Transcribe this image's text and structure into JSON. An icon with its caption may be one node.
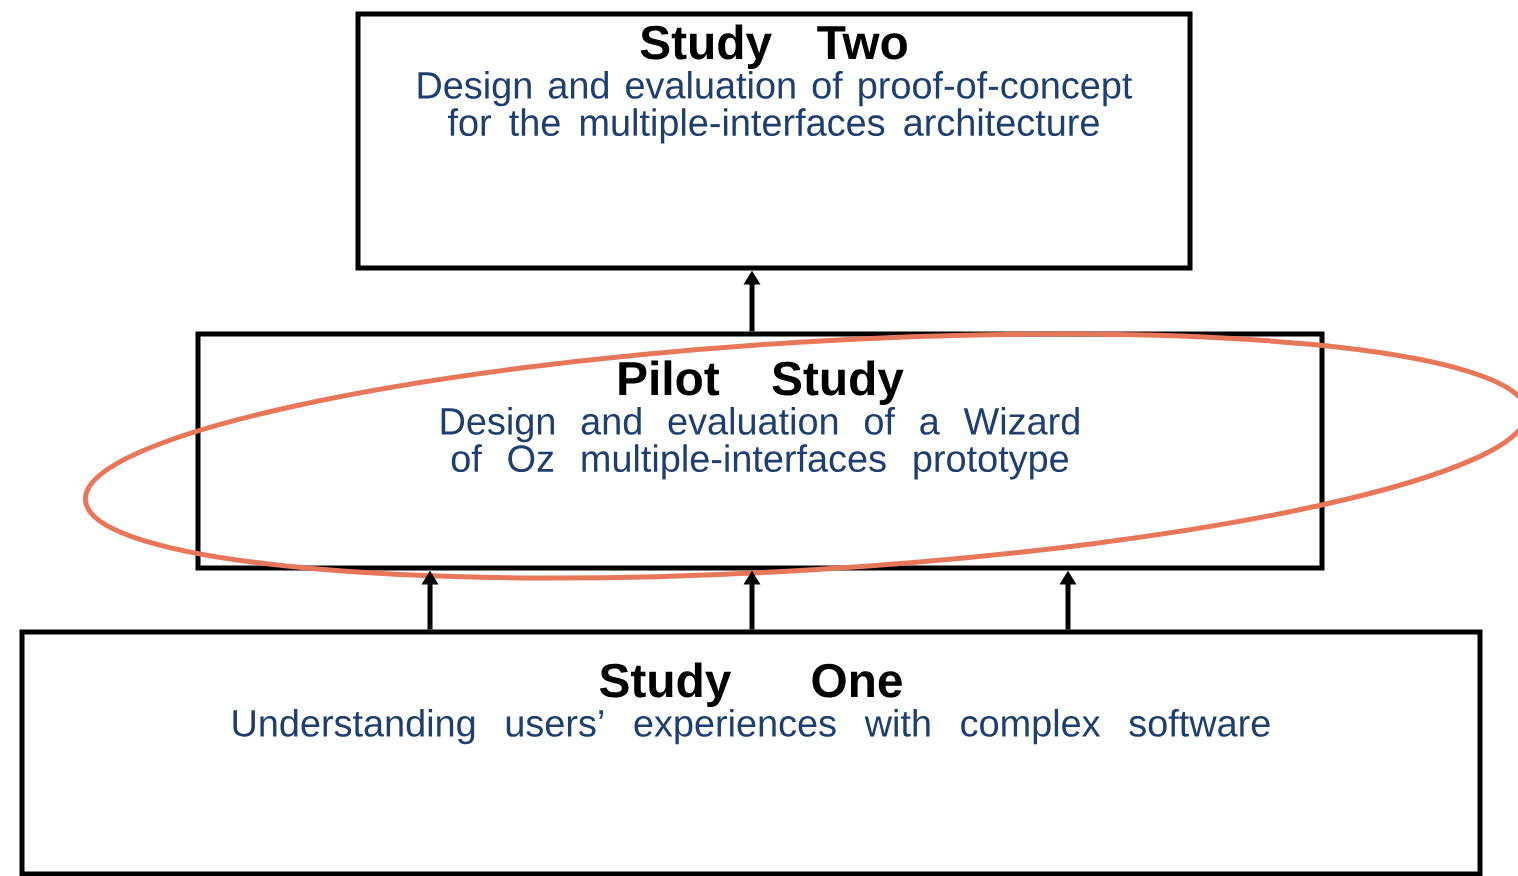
{
  "diagram": {
    "nodes": [
      {
        "text": [
          "Study Two",
          "Design and evaluation of proof-of-concept for the multiple-interfaces architecture"
        ]
      },
      {
        "text": [
          "Pilot Study",
          "Design and evaluation of a Wizard of Oz multiple-interfaces prototype"
        ]
      },
      {
        "text": [
          "Study One",
          "Understanding users’ experiences with complex software"
        ]
      }
    ],
    "edges": [
      {
        "from": 1,
        "to": 0,
        "arrow": "to"
      },
      {
        "from": 2,
        "to": 1,
        "arrow": "to"
      },
      {
        "from": 2,
        "to": 1,
        "arrow": "to"
      },
      {
        "from": 2,
        "to": 1,
        "arrow": "to"
      }
    ]
  }
}
